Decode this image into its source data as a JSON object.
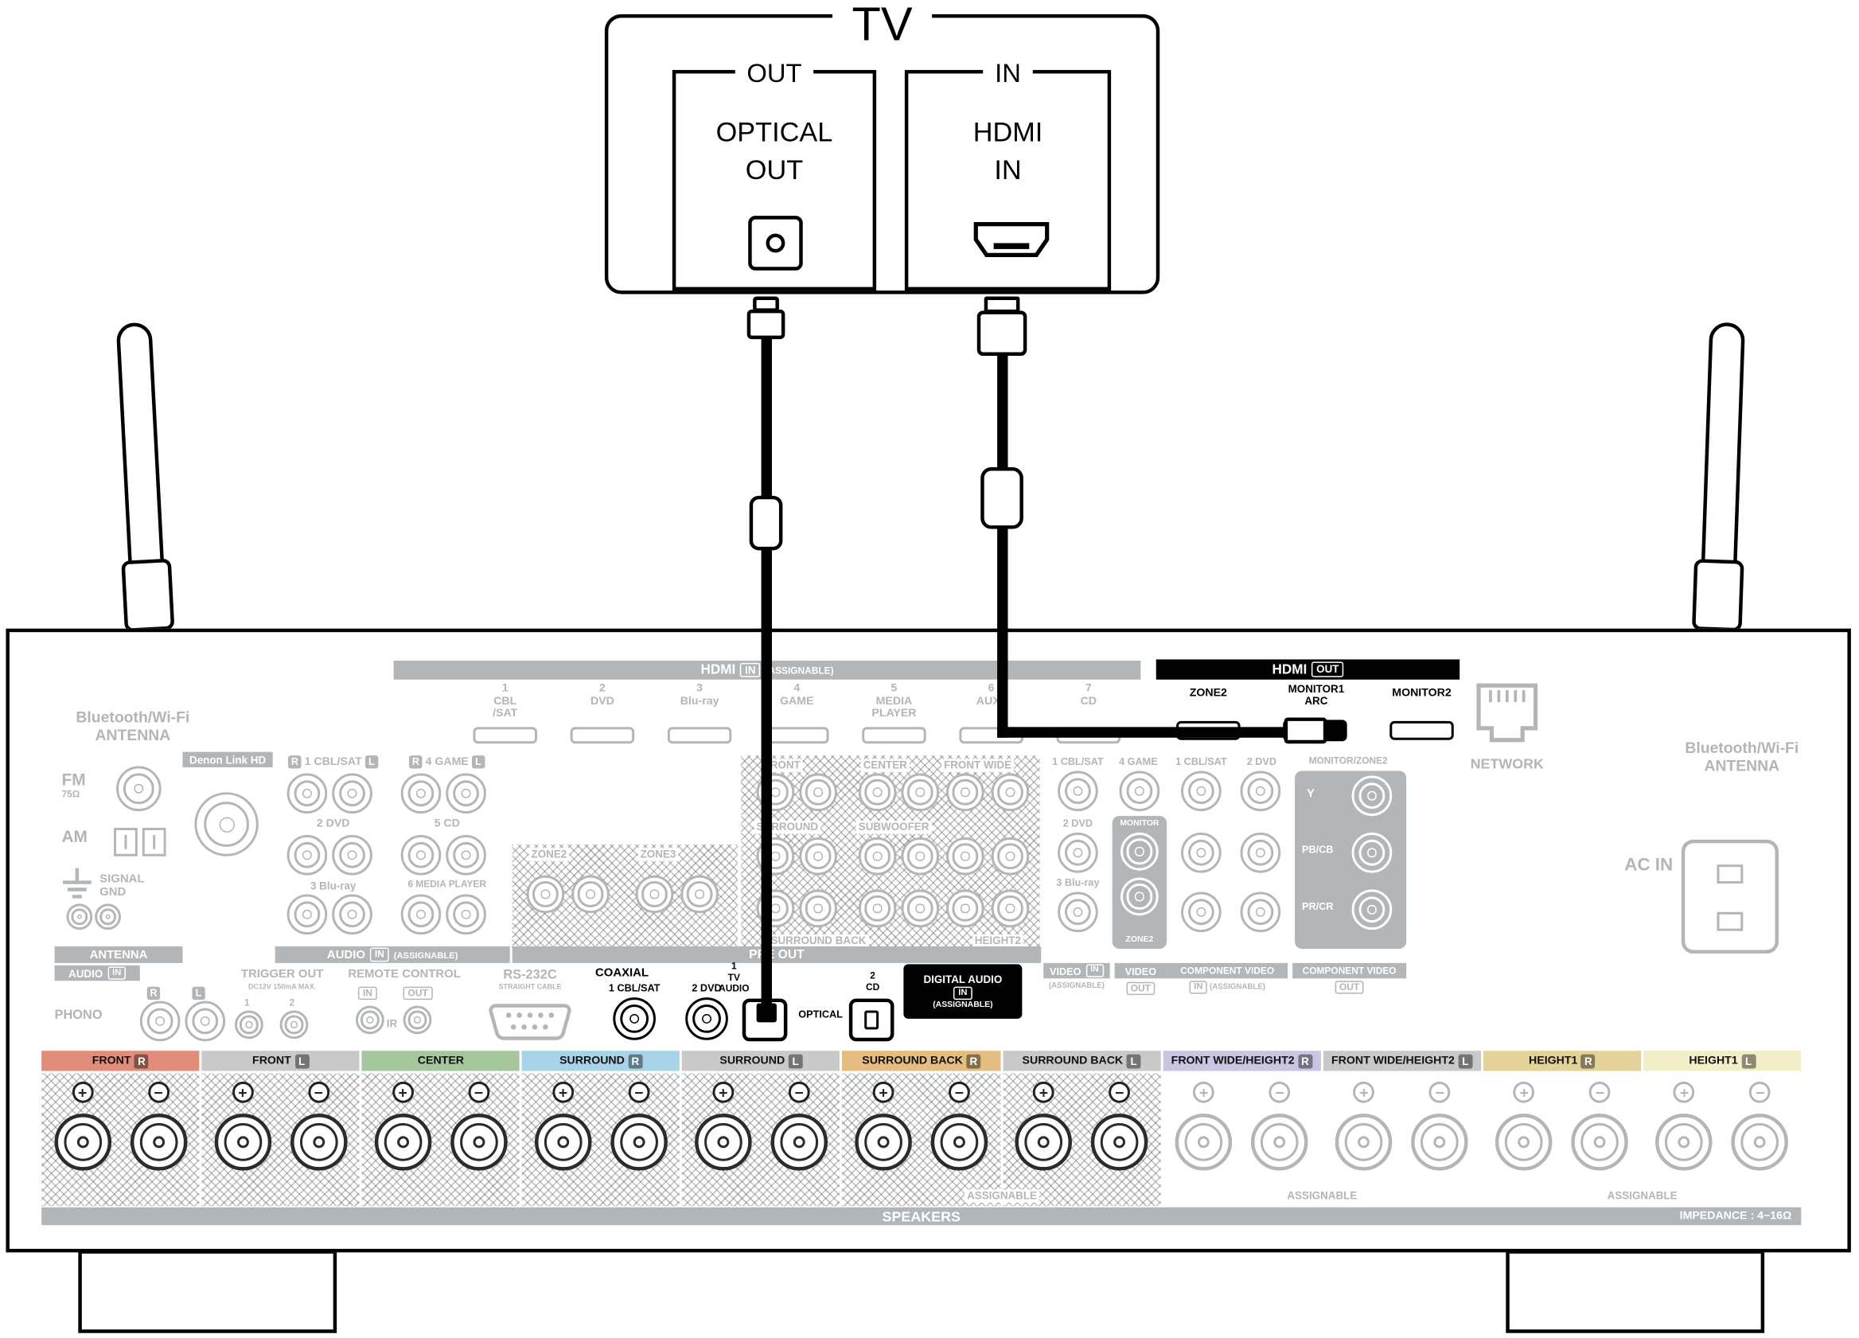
{
  "tv": {
    "title": "TV",
    "out_group": "OUT",
    "optical_line1": "OPTICAL",
    "optical_line2": "OUT",
    "in_group": "IN",
    "hdmi_line1": "HDMI",
    "hdmi_line2": "IN"
  },
  "receiver": {
    "bt_left": "Bluetooth/Wi-Fi\nANTENNA",
    "bt_right": "Bluetooth/Wi-Fi\nANTENNA",
    "hdmi_in": {
      "title": "HDMI",
      "badge": "IN",
      "note": "(ASSIGNABLE)",
      "ports": [
        "1\nCBL\n/SAT",
        "2\nDVD",
        "3\nBlu-ray",
        "4\nGAME",
        "5\nMEDIA\nPLAYER",
        "6\nAUX2",
        "7\nCD"
      ]
    },
    "hdmi_out": {
      "title": "HDMI",
      "badge": "OUT",
      "ports": [
        "ZONE2",
        "MONITOR1\nARC",
        "MONITOR2"
      ]
    },
    "network": "NETWORK",
    "denon_link": "Denon Link HD",
    "tuner": {
      "fm": "FM",
      "ohm": "75Ω",
      "am": "AM",
      "gnd": "SIGNAL\nGND",
      "bar": "ANTENNA"
    },
    "analog_audio": {
      "h1_r": "R",
      "h1": "1 CBL/SAT",
      "h1_l": "L",
      "h2_r": "R",
      "h2": "4 GAME",
      "h2_l": "L",
      "r2a": "2 DVD",
      "r2b": "5 CD",
      "r3a": "3 Blu-ray",
      "r3b": "6 MEDIA PLAYER",
      "bar_title": "AUDIO",
      "bar_badge": "IN",
      "bar_note": "(ASSIGNABLE)"
    },
    "pre_out": {
      "zone2": "ZONE2",
      "zone3": "ZONE3",
      "front": "FRONT",
      "center": "CENTER",
      "front_wide": "FRONT WIDE",
      "surround": "SURROUND",
      "subwoofer": "SUBWOOFER",
      "surround_back": "SURROUND BACK",
      "height2": "HEIGHT2",
      "bar": "PRE OUT"
    },
    "video": {
      "h1": "1 CBL/SAT",
      "h2": "4 GAME",
      "l2": "2 DVD",
      "l3": "3 Blu-ray",
      "monitor": "MONITOR",
      "zone2": "ZONE2",
      "in_title": "VIDEO",
      "in_badge": "IN",
      "in_note": "(ASSIGNABLE)",
      "out_title": "VIDEO",
      "out_badge": "OUT"
    },
    "component": {
      "h1": "1 CBL/SAT",
      "h2": "2 DVD",
      "monitor_zone": "MONITOR/ZONE2",
      "y": "Y",
      "pb": "PB/CB",
      "pr": "PR/CR",
      "in_title": "COMPONENT VIDEO",
      "in_badge": "IN",
      "in_note": "(ASSIGNABLE)",
      "out_title": "COMPONENT VIDEO",
      "out_badge": "OUT"
    },
    "ac_in": "AC IN",
    "phono": {
      "bar_title": "AUDIO",
      "bar_badge": "IN",
      "r": "R",
      "l": "L",
      "label": "PHONO"
    },
    "trigger": {
      "title": "TRIGGER OUT",
      "sub": "DC12V 150mA MAX.",
      "n1": "1",
      "n2": "2"
    },
    "remote": {
      "title": "REMOTE CONTROL",
      "in": "IN",
      "out": "OUT",
      "ir": "IR"
    },
    "rs232": {
      "title": "RS-232C",
      "sub": "STRAIGHT CABLE"
    },
    "digital_audio": {
      "coaxial": "COAXIAL",
      "j1": "1 CBL/SAT",
      "j2": "2 DVD",
      "j3": "1\nTV\nAUDIO",
      "optical": "OPTICAL",
      "j4": "2\nCD",
      "box_title": "DIGITAL AUDIO",
      "box_badge": "IN",
      "box_note": "(ASSIGNABLE)"
    },
    "speakers": {
      "plus": "+",
      "minus": "−",
      "groups": [
        {
          "label": "FRONT",
          "side": "R",
          "color": "#e28d7c",
          "hatched": true
        },
        {
          "label": "FRONT",
          "side": "L",
          "color": "#c9c9c9",
          "hatched": true
        },
        {
          "label": "CENTER",
          "side": "",
          "color": "#a6c79e",
          "hatched": true
        },
        {
          "label": "SURROUND",
          "side": "R",
          "color": "#a9d3e6",
          "hatched": true
        },
        {
          "label": "SURROUND",
          "side": "L",
          "color": "#c9c9c9",
          "hatched": true
        },
        {
          "label": "SURROUND BACK",
          "side": "R",
          "color": "#e5bd82",
          "hatched": true
        },
        {
          "label": "SURROUND BACK",
          "side": "L",
          "color": "#c9c9c9",
          "hatched": true
        },
        {
          "label": "FRONT WIDE/HEIGHT2",
          "side": "R",
          "color": "#cbc4e2",
          "hatched": false
        },
        {
          "label": "FRONT WIDE/HEIGHT2",
          "side": "L",
          "color": "#c9c9c9",
          "hatched": false
        },
        {
          "label": "HEIGHT1",
          "side": "R",
          "color": "#e3d29a",
          "hatched": false
        },
        {
          "label": "HEIGHT1",
          "side": "L",
          "color": "#f2eec7",
          "hatched": false
        }
      ],
      "assignable": "ASSIGNABLE",
      "bar": "SPEAKERS",
      "impedance": "IMPEDANCE : 4~16Ω"
    }
  }
}
